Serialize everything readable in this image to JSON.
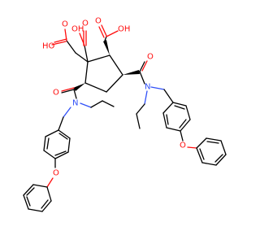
{
  "molecule": {
    "colors": {
      "bond": "#000000",
      "oxygen": "#ff0d0d",
      "nitrogen": "#3050f8",
      "background": "#ffffff"
    },
    "labels": {
      "ho_acetic": "HO",
      "o_acetic": "O",
      "oh_c1": "OH",
      "o_c1": "O",
      "oh_c2": "OH",
      "o_c2": "O",
      "o_amide_right": "O",
      "n_right": "N",
      "o_amide_left": "O",
      "n_left": "N",
      "o_ether_right": "O",
      "o_ether_left": "O"
    }
  }
}
